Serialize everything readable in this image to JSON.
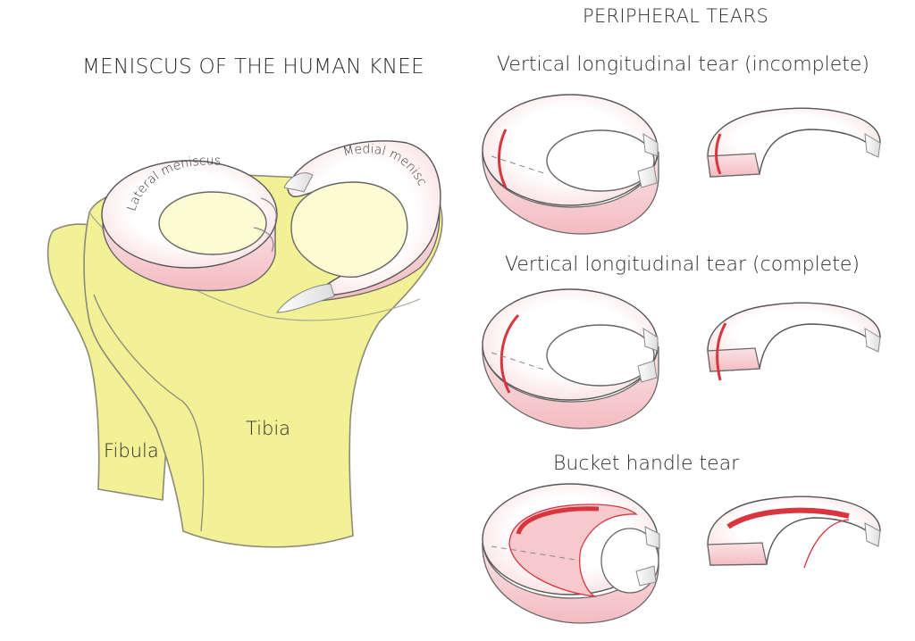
{
  "diagram": {
    "main_title": "MENISCUS OF THE HUMAN KNEE",
    "section_title": "PERIPHERAL TEARS",
    "labels": {
      "lateral_meniscus": "Lateral meniscus",
      "medial_meniscus": "Medial meniscus",
      "fibula": "Fibula",
      "tibia": "Tibia"
    },
    "tear_types": [
      {
        "label": "Vertical longitudinal tear (incomplete)"
      },
      {
        "label": "Vertical longitudinal tear (complete)"
      },
      {
        "label": "Bucket handle tear"
      }
    ],
    "colors": {
      "bone": "#f3f195",
      "bone_outline": "#8a8a78",
      "meniscus_top": "#fff0f1",
      "meniscus_side": "#f7c9cd",
      "tear": "#d8353f",
      "tibial_plateau": "#fdfbd2",
      "outline": "#555555"
    }
  }
}
